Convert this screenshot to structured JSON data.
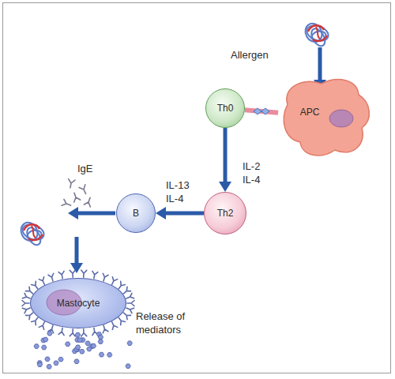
{
  "diagram": {
    "nodes": [
      {
        "text": [
          "Th0"
        ]
      },
      {
        "text": [
          "APC"
        ]
      },
      {
        "text": [
          "Th2"
        ]
      },
      {
        "text": [
          "B"
        ]
      },
      {
        "text": [
          "Mastocyte"
        ]
      }
    ],
    "edges": [
      {
        "from": 0,
        "to": 1,
        "arrow": "none"
      },
      {
        "from": 0,
        "to": 2,
        "label": "IL-2 IL-4",
        "arrow": "to"
      },
      {
        "from": 2,
        "to": 3,
        "label": "IL-13 IL-4",
        "arrow": "to"
      }
    ],
    "labels": [
      "Allergen",
      "IgE",
      "Release of mediators"
    ]
  }
}
